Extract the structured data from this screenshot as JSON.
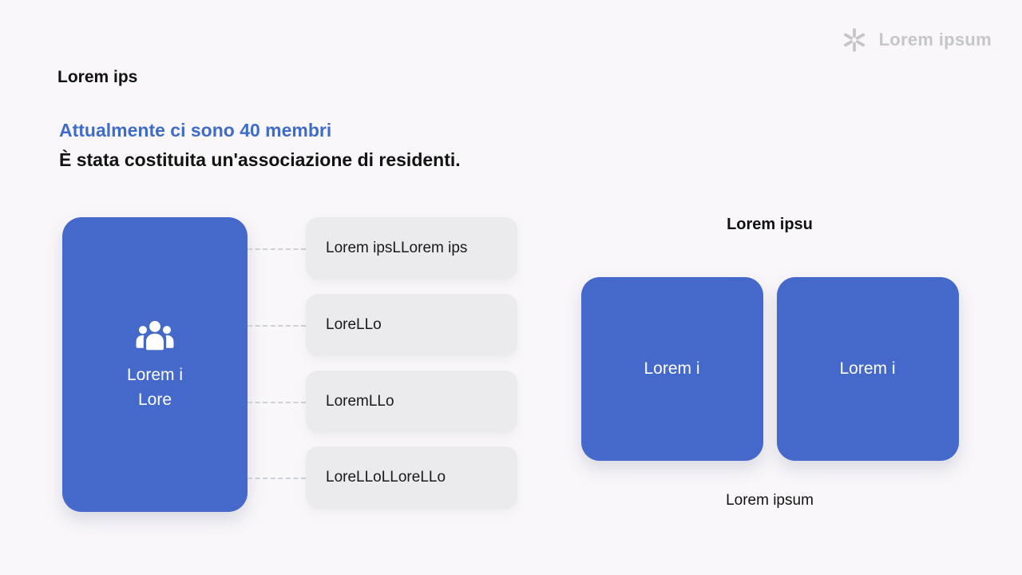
{
  "page": {
    "background_color": "#f9f7f9",
    "accent_blue": "#4568cb",
    "highlight_text_blue": "#3e6cca",
    "muted_gray_box": "#ebeaed",
    "brand_gray": "#c6c5ca"
  },
  "brand": {
    "name": "Lorem ipsum",
    "icon": "asterisk-icon"
  },
  "header": {
    "title": "Lorem ips",
    "subtitle_highlight": "Attualmente ci sono 40 membri",
    "subtitle": "È stata costituita un'associazione di residenti."
  },
  "org_diagram": {
    "root": {
      "icon": "people-group-icon",
      "label_line1": "Lorem i",
      "label_line2": "Lore"
    },
    "children": [
      "Lorem ipsLLorem ips",
      "LoreLLo",
      "LoremLLo",
      "LoreLLoLLoreLLo"
    ]
  },
  "right_section": {
    "title": "Lorem ipsu",
    "cards": [
      "Lorem i",
      "Lorem i"
    ],
    "caption": "Lorem ipsum"
  }
}
